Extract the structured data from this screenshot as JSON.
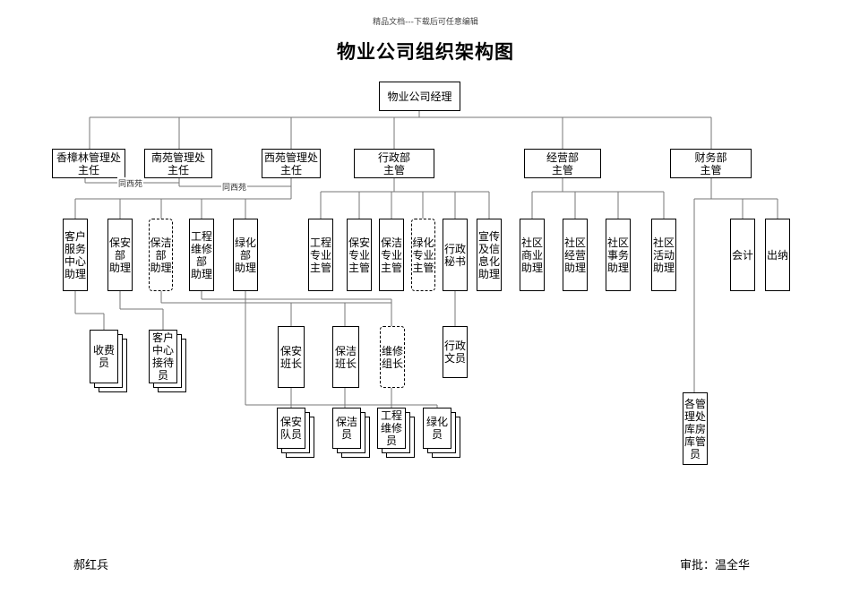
{
  "header_note": "精品文档---下载后可任意编辑",
  "title": "物业公司组织架构图",
  "ceo": "物业公司经理",
  "level1": [
    "香樟林管理处\n主任",
    "南苑管理处\n主任",
    "西苑管理处\n主任",
    "行政部\n主管",
    "经营部\n主管",
    "财务部\n主管"
  ],
  "link_note_1": "同西苑",
  "link_note_2": "同西苑",
  "mgmt_depts": [
    "客户\n服务\n中心\n助理",
    "保安\n部\n助理",
    "保洁\n部\n助理",
    "工程\n维修\n部\n助理",
    "绿化\n部\n助理"
  ],
  "admin_depts": [
    "工程\n专业\n主管",
    "保安\n专业\n主管",
    "保洁\n专业\n主管",
    "绿化\n专业\n主管",
    "行政\n秘书",
    "宣传\n及信\n息化\n助理"
  ],
  "biz_depts": [
    "社区\n商业\n助理",
    "社区\n经营\n助理",
    "社区\n事务\n助理",
    "社区\n活动\n助理"
  ],
  "finance_depts": [
    "会计",
    "出纳"
  ],
  "cashier_staff": "收费\n员",
  "reception_staff": "客户\n中心\n接待\n员",
  "team_leads": [
    "保安\n班长",
    "保洁\n班长",
    "维修\n组长"
  ],
  "admin_clerk": "行政\n文员",
  "field_staff": [
    "保安\n队员",
    "保洁\n员",
    "工程\n维修\n员",
    "绿化\n员"
  ],
  "warehouse_staff": "各管\n理处\n库房\n库管\n员",
  "footer_left": "郝红兵",
  "footer_right": "审批：温全华"
}
